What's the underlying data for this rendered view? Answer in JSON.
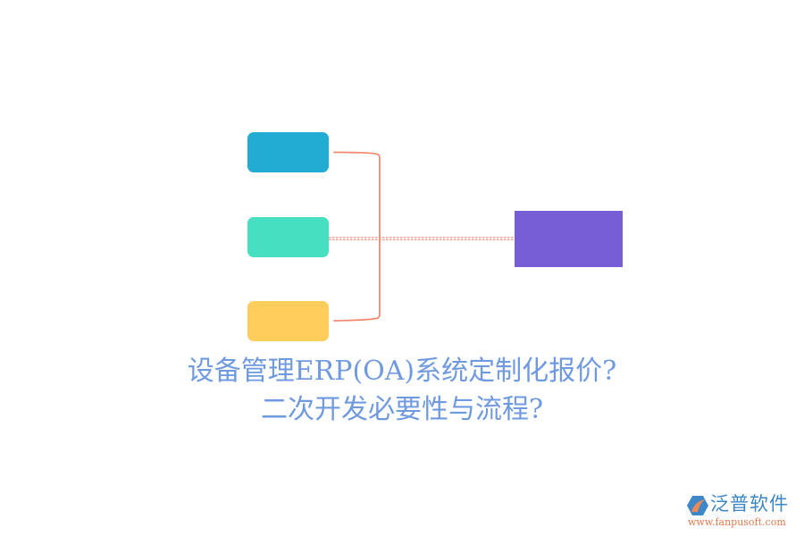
{
  "colors": {
    "background": "#ffffff",
    "node_1": "#20acd3",
    "node_2": "#46dfc2",
    "node_3": "#fecd5b",
    "node_target": "#765fd6",
    "connector": "#f0896f",
    "title_text": "#6f9ae0",
    "logo_name": "#3d86c6",
    "logo_url": "#e4794d",
    "logo_icon_blue": "#3f88c8",
    "logo_icon_orange": "#ee8a55"
  },
  "diagram": {
    "nodes": [
      {
        "id": "node-1",
        "label": "",
        "color": "#20acd3"
      },
      {
        "id": "node-2",
        "label": "",
        "color": "#46dfc2"
      },
      {
        "id": "node-3",
        "label": "",
        "color": "#fecd5b"
      },
      {
        "id": "node-target",
        "label": "",
        "color": "#765fd6"
      }
    ],
    "edges": [
      {
        "from": "node-1",
        "to": "node-target",
        "style": "bracket"
      },
      {
        "from": "node-2",
        "to": "node-target",
        "style": "dashed"
      },
      {
        "from": "node-3",
        "to": "node-target",
        "style": "bracket"
      }
    ]
  },
  "title": {
    "line1": "设备管理ERP(OA)系统定制化报价?",
    "line2": "二次开发必要性与流程?"
  },
  "logo": {
    "icon": "fanpu-logo-icon",
    "name": "泛普软件",
    "url": "www.fanpusoft.com"
  }
}
